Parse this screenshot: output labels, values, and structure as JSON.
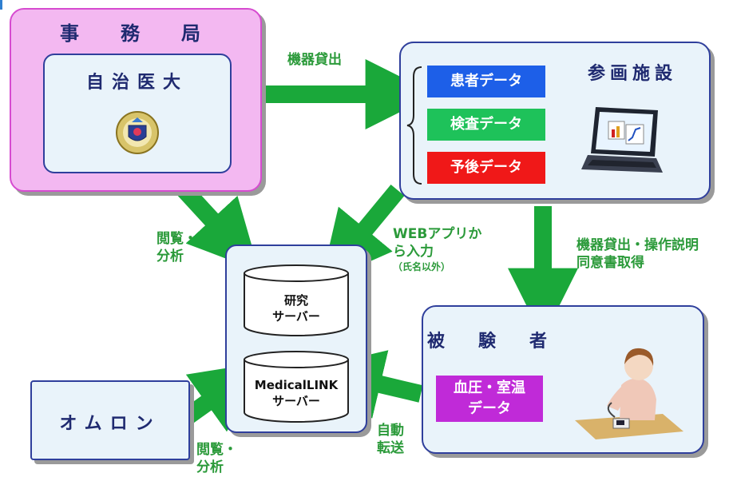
{
  "office": {
    "title": "事　務　局",
    "inner_title": "自治医大"
  },
  "facility": {
    "title": "参画施設",
    "data_items": [
      {
        "label": "患者データ",
        "color": "#1d5fe8"
      },
      {
        "label": "検査データ",
        "color": "#1ec25a"
      },
      {
        "label": "予後データ",
        "color": "#f01818"
      }
    ]
  },
  "subject": {
    "title": "被　験　者",
    "data_label_line1": "血圧・室温",
    "data_label_line2": "データ",
    "data_color": "#c02ad8"
  },
  "omron": {
    "title": "オムロン"
  },
  "servers": [
    {
      "line1": "研究",
      "line2": "サーバー"
    },
    {
      "line1": "MedicalLINK",
      "line2": "サーバー"
    }
  ],
  "labels": {
    "lending": "機器貸出",
    "browse_analyze_top_1": "閲覧・",
    "browse_analyze_top_2": "分析",
    "web_input_1": "WEBアプリか",
    "web_input_2": "ら入力",
    "web_input_note": "（氏名以外）",
    "lending_consent_1": "機器貸出・操作説明",
    "lending_consent_2": "同意書取得",
    "auto_transfer_1": "自動",
    "auto_transfer_2": "転送",
    "browse_analyze_bottom_1": "閲覧・",
    "browse_analyze_bottom_2": "分析"
  },
  "colors": {
    "arrow": "#1aa83a",
    "label_text": "#2b9a3a",
    "title_text": "#1f2a70"
  }
}
